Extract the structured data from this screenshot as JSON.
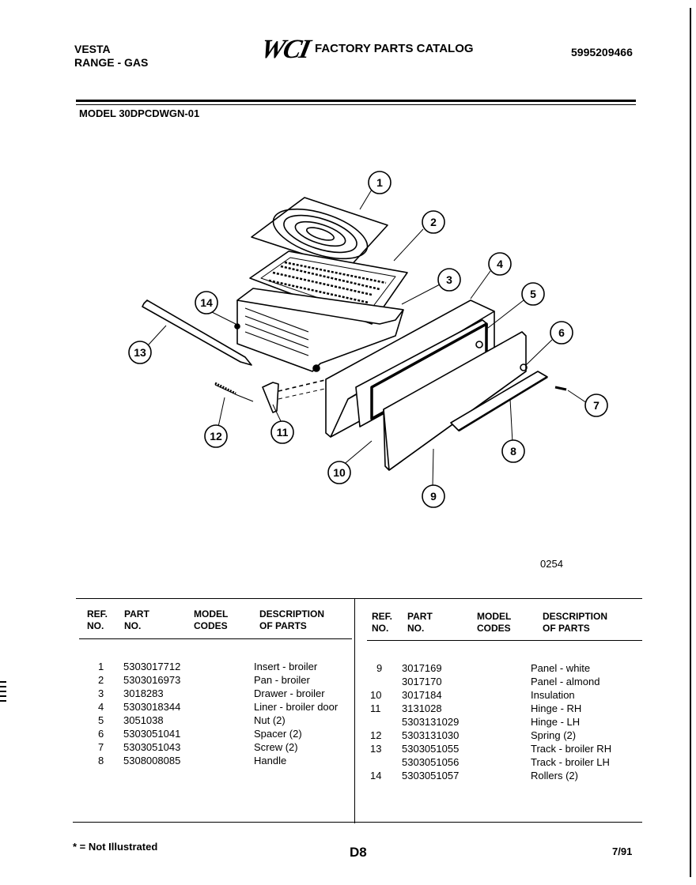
{
  "header": {
    "brand": "VESTA",
    "product": "RANGE - GAS",
    "logo_text": "WCI",
    "catalog_title": "FACTORY PARTS CATALOG",
    "doc_number": "5995209466",
    "model_line": "MODEL 30DPCDWGN-01"
  },
  "diagram": {
    "callouts": [
      "1",
      "2",
      "3",
      "4",
      "5",
      "6",
      "7",
      "8",
      "9",
      "10",
      "11",
      "12",
      "13",
      "14"
    ],
    "figure_code": "0254"
  },
  "table": {
    "headers": {
      "ref_no": [
        "REF.",
        "NO."
      ],
      "part_no": [
        "PART",
        "NO."
      ],
      "model_codes": [
        "MODEL",
        "CODES"
      ],
      "description": [
        "DESCRIPTION",
        "OF PARTS"
      ]
    },
    "left_rows": [
      {
        "ref": "1",
        "part": "5303017712",
        "desc": "Insert - broiler"
      },
      {
        "ref": "2",
        "part": "5303016973",
        "desc": "Pan - broiler"
      },
      {
        "ref": "3",
        "part": "3018283",
        "desc": "Drawer - broiler"
      },
      {
        "ref": "4",
        "part": "5303018344",
        "desc": "Liner - broiler door"
      },
      {
        "ref": "5",
        "part": "3051038",
        "desc": "Nut (2)"
      },
      {
        "ref": "6",
        "part": "5303051041",
        "desc": "Spacer (2)"
      },
      {
        "ref": "7",
        "part": "5303051043",
        "desc": "Screw (2)"
      },
      {
        "ref": "8",
        "part": "5308008085",
        "desc": "Handle"
      }
    ],
    "right_rows": [
      {
        "ref": "9",
        "part": "3017169",
        "desc": "Panel - white"
      },
      {
        "ref": "",
        "part": "3017170",
        "desc": "Panel - almond"
      },
      {
        "ref": "10",
        "part": "3017184",
        "desc": "Insulation"
      },
      {
        "ref": "11",
        "part": "3131028",
        "desc": "Hinge - RH"
      },
      {
        "ref": "",
        "part": "5303131029",
        "desc": "Hinge - LH"
      },
      {
        "ref": "12",
        "part": "5303131030",
        "desc": "Spring (2)"
      },
      {
        "ref": "13",
        "part": "5303051055",
        "desc": "Track - broiler RH"
      },
      {
        "ref": "",
        "part": "5303051056",
        "desc": "Track - broiler LH"
      },
      {
        "ref": "14",
        "part": "5303051057",
        "desc": "Rollers (2)"
      }
    ]
  },
  "footer": {
    "note": "* = Not Illustrated",
    "page_id": "D8",
    "date": "7/91"
  }
}
